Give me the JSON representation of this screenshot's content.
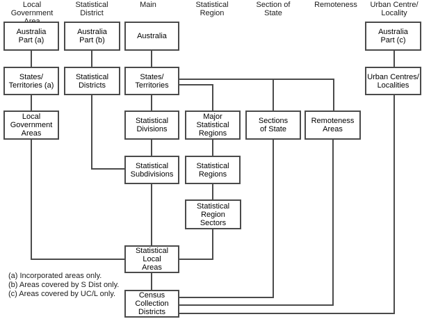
{
  "diagram": {
    "name": "Statistical geography structure flowchart",
    "column_headers": [
      {
        "label": "Local Government\nArea"
      },
      {
        "label": "Statistical\nDistrict"
      },
      {
        "label": "Main"
      },
      {
        "label": "Statistical\nRegion"
      },
      {
        "label": "Section of\nState"
      },
      {
        "label": "Remoteness"
      },
      {
        "label": "Urban Centre/\nLocality"
      }
    ],
    "boxes": {
      "australia_part_a": "Australia\nPart (a)",
      "australia_part_b": "Australia\nPart (b)",
      "australia": "Australia",
      "australia_part_c": "Australia\nPart (c)",
      "states_territories_a": "States/\nTerritories (a)",
      "statistical_districts": "Statistical\nDistricts",
      "states_territories": "States/\nTerritories",
      "urban_centres_localities": "Urban Centres/\nLocalities",
      "local_government_areas": "Local\nGovernment\nAreas",
      "statistical_divisions": "Statistical\nDivisions",
      "major_statistical_regions": "Major\nStatistical\nRegions",
      "sections_of_state": "Sections\nof State",
      "remoteness_areas": "Remoteness\nAreas",
      "statistical_subdivisions": "Statistical\nSubdivisions",
      "statistical_regions": "Statistical\nRegions",
      "statistical_region_sectors": "Statistical\nRegion\nSectors",
      "statistical_local_areas": "Statistical\nLocal\nAreas",
      "census_collection_districts": "Census\nCollection\nDistricts"
    },
    "footnotes": [
      "(a) Incorporated areas only.",
      "(b) Areas covered by S Dist only.",
      "(c) Areas covered by UC/L only."
    ],
    "colors": {
      "line": "#4a4a4a",
      "text": "#000000",
      "background": "#ffffff"
    }
  }
}
